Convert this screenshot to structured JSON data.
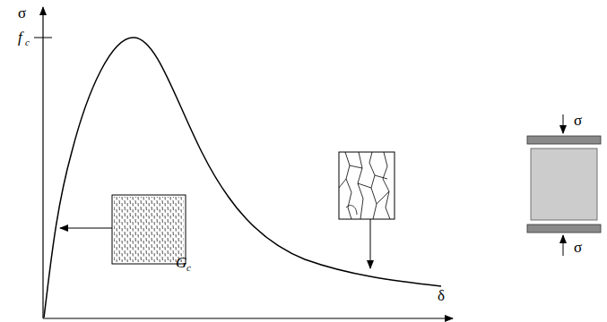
{
  "diagram": {
    "labels": [
      "σ",
      "f",
      "c",
      "G",
      "c",
      "δ",
      "σ",
      "σ"
    ]
  }
}
